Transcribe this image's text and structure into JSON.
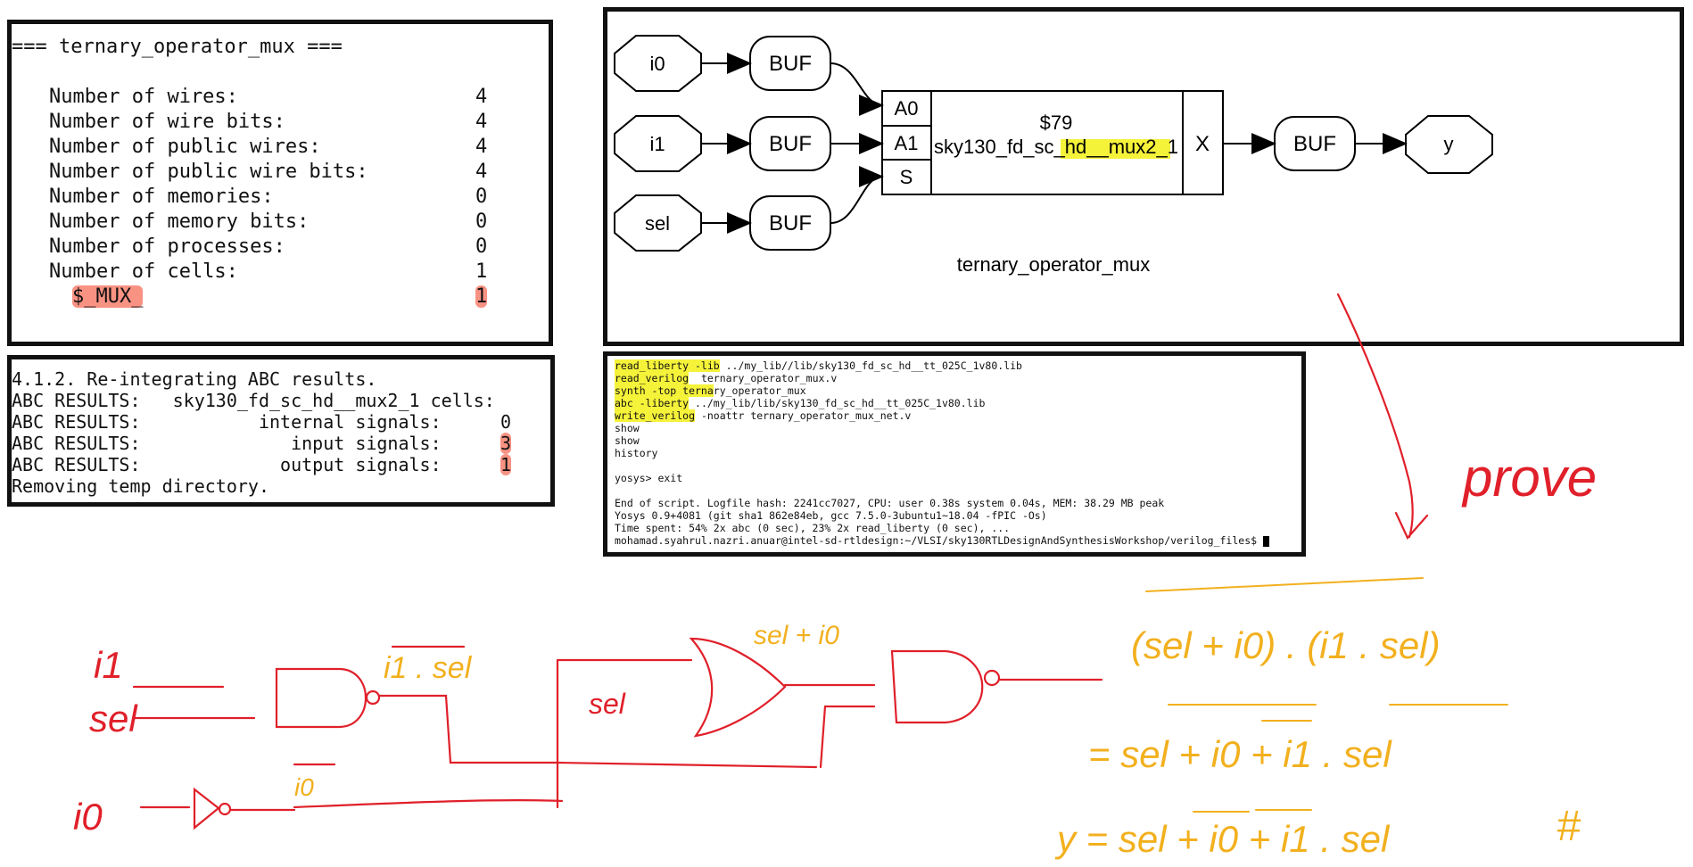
{
  "stats": {
    "header": "=== ternary_operator_mux ===",
    "rows": [
      {
        "label": "Number of wires:",
        "value": "4"
      },
      {
        "label": "Number of wire bits:",
        "value": "4"
      },
      {
        "label": "Number of public wires:",
        "value": "4"
      },
      {
        "label": "Number of public wire bits:",
        "value": "4"
      },
      {
        "label": "Number of memories:",
        "value": "0"
      },
      {
        "label": "Number of memory bits:",
        "value": "0"
      },
      {
        "label": "Number of processes:",
        "value": "0"
      },
      {
        "label": "Number of cells:",
        "value": "1"
      }
    ],
    "cell_name": "$_MUX_",
    "cell_count": "1"
  },
  "abc": {
    "lines": [
      "4.1.2. Re-integrating ABC results.",
      "ABC RESULTS:   sky130_fd_sc_hd__mux2_1 cells:",
      "ABC RESULTS:           internal signals:",
      "ABC RESULTS:              input signals:",
      "ABC RESULTS:             output signals:",
      "Removing temp directory."
    ],
    "internal": "0",
    "input": "3",
    "output": "1"
  },
  "schematic": {
    "inputs": [
      "i0",
      "i1",
      "sel"
    ],
    "buf_label": "BUF",
    "output": "y",
    "cell_id": "$79",
    "cell_type": "sky130_fd_sc_hd__mux2_1",
    "ports": [
      "A0",
      "A1",
      "S"
    ],
    "out_port": "X",
    "caption": "ternary_operator_mux"
  },
  "terminal": {
    "lines": [
      {
        "hl": "read_liberty -lib",
        "rest": " ../my_lib//lib/sky130_fd_sc_hd__tt_025C_1v80.lib"
      },
      {
        "hl": "read_verilog",
        "rest": "  ternary_operator_mux.v"
      },
      {
        "hl": "synth -top terna",
        "rest": "ry_operator_mux"
      },
      {
        "hl": "abc -liberty",
        "rest": " ../my_lib/lib/sky130_fd_sc_hd__tt_025C_1v80.lib"
      },
      {
        "hl": "write_verilog",
        "rest": " -noattr ternary_operator_mux_net.v"
      },
      {
        "hl": "",
        "rest": "show"
      },
      {
        "hl": "",
        "rest": "show"
      },
      {
        "hl": "",
        "rest": "history"
      },
      {
        "hl": "",
        "rest": ""
      },
      {
        "hl": "",
        "rest": "yosys> exit"
      },
      {
        "hl": "",
        "rest": ""
      },
      {
        "hl": "",
        "rest": "End of script. Logfile hash: 2241cc7027, CPU: user 0.38s system 0.04s, MEM: 38.29 MB peak"
      },
      {
        "hl": "",
        "rest": "Yosys 0.9+4081 (git sha1 862e84eb, gcc 7.5.0-3ubuntu1~18.04 -fPIC -Os)"
      },
      {
        "hl": "",
        "rest": "Time spent: 54% 2x abc (0 sec), 23% 2x read_liberty (0 sec), ..."
      },
      {
        "hl": "",
        "rest": "mohamad.syahrul.nazri.anuar@intel-sd-rtldesign:~/VLSI/sky130RTLDesignAndSynthesisWorkshop/verilog_files$ "
      }
    ]
  },
  "notes": {
    "prove": "prove",
    "in_i1": "i1",
    "in_sel": "sel",
    "in_i0": "i0",
    "sel_mid": "sel",
    "and_out": "i1 . sel",
    "i0_bar": "i0",
    "or_out": "sel + i0",
    "expr1": "(sel + i0) . (i1 . sel)",
    "expr2": "= sel + i0 + i1 . sel",
    "expr3": "y = sel + i0 + i1 . sel",
    "end": "#"
  },
  "colors": {
    "red_ink": "#e0202a",
    "yellow_ink": "#f2b01e",
    "highlight": "#f5f23a"
  }
}
